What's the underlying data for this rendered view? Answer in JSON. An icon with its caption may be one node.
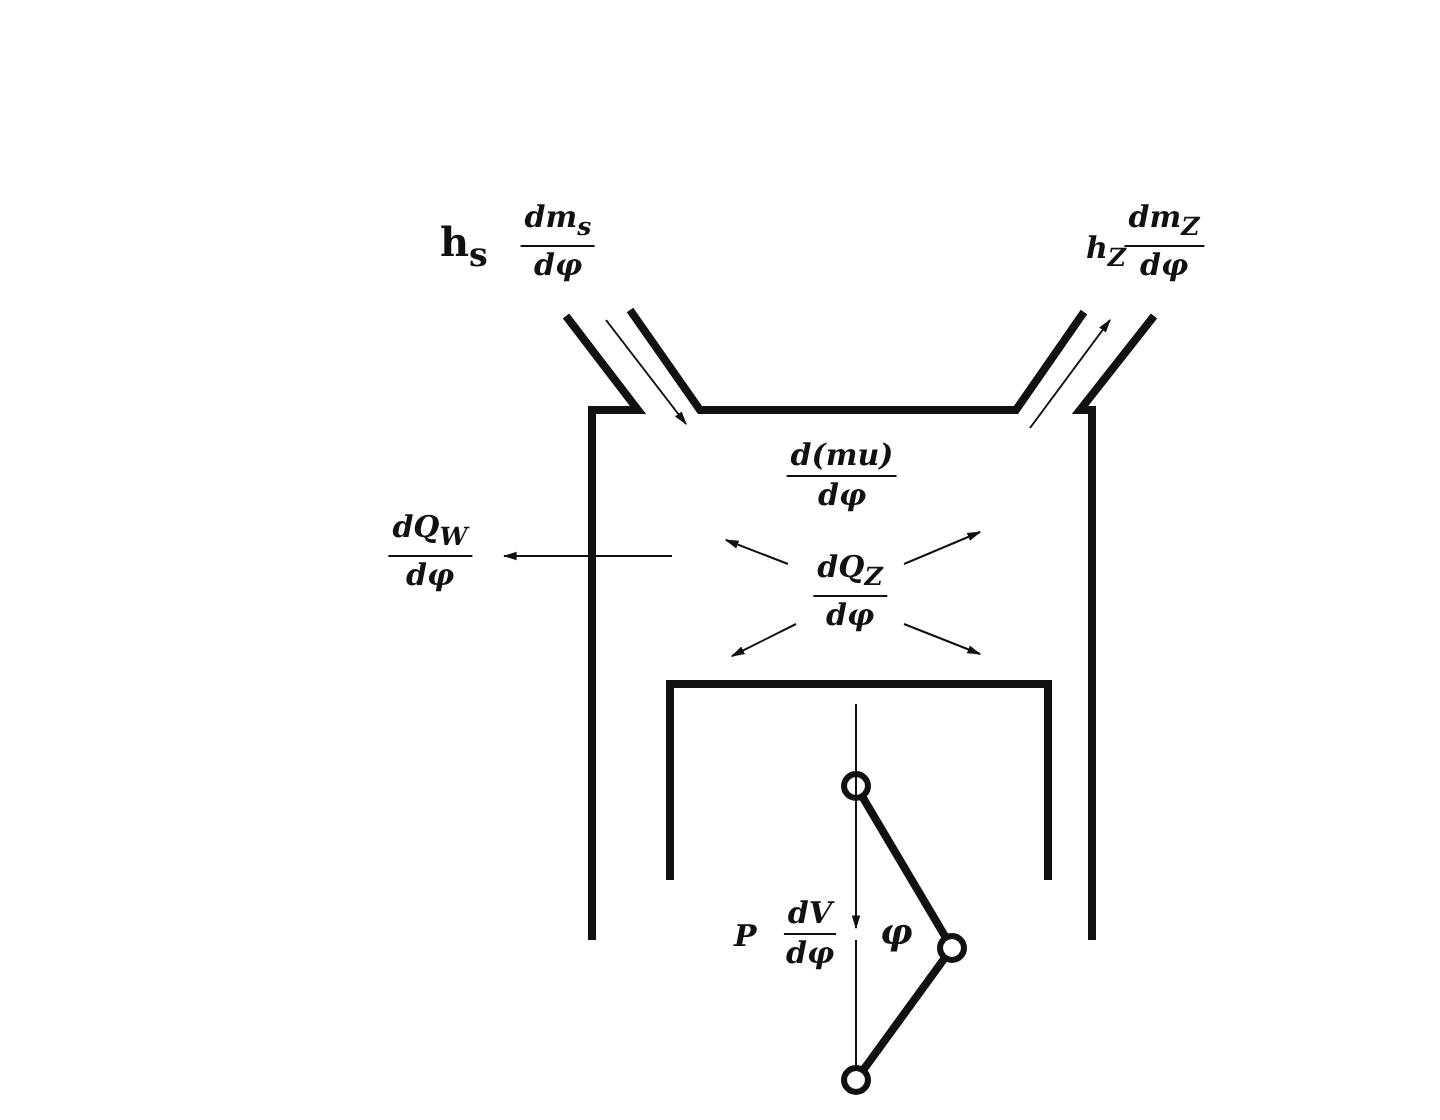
{
  "diagram": {
    "labels": [
      "h$_{s}$",
      "dm$_{s}$",
      "dφ",
      "h$_{Z}$",
      "dm$_{Z}$",
      "dφ",
      "d(mu)",
      "dφ",
      "dQ$_{W}$",
      "dφ",
      "dQ$_{Z}$",
      "dφ",
      "P",
      "dV",
      "dφ",
      "φ"
    ]
  }
}
